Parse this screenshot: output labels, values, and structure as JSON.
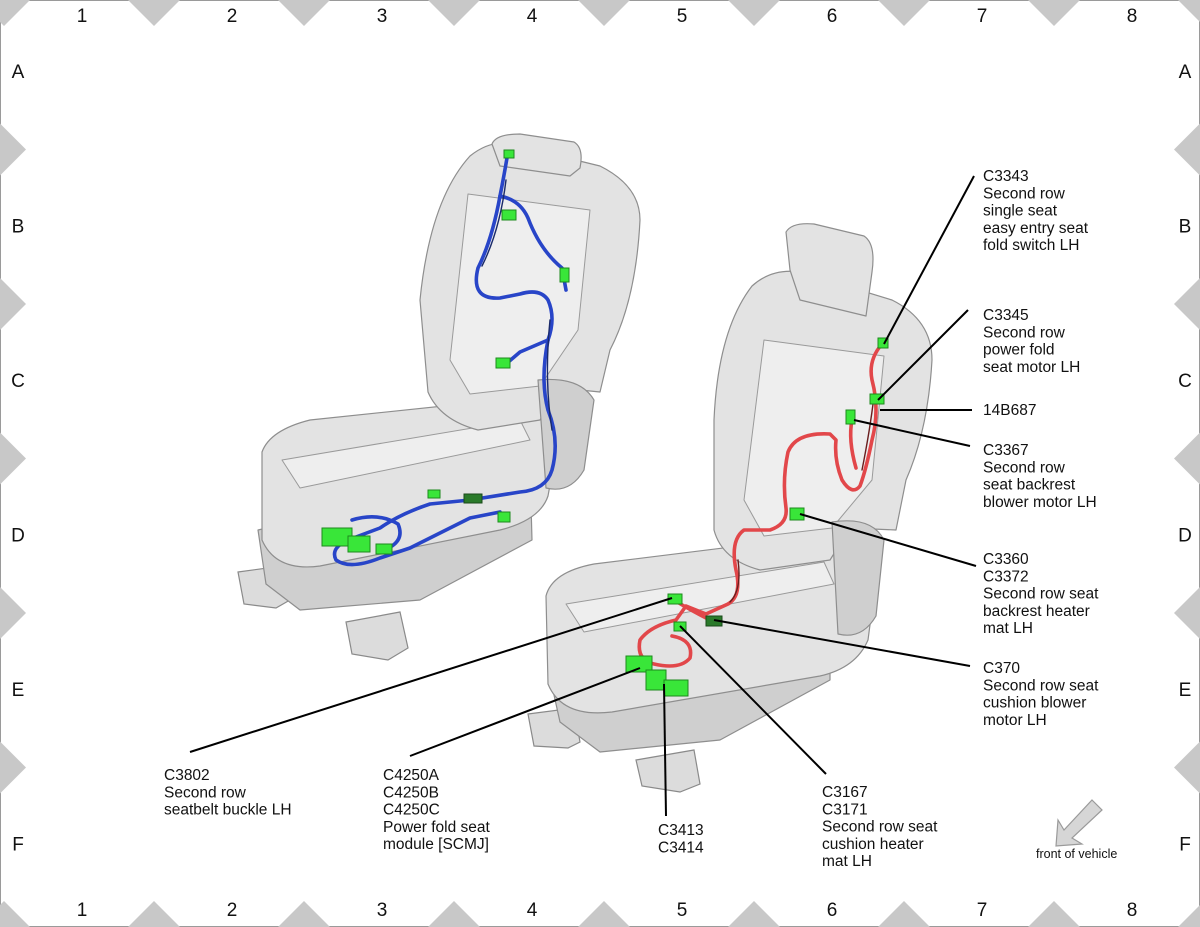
{
  "grid": {
    "columns": [
      "1",
      "2",
      "3",
      "4",
      "5",
      "6",
      "7",
      "8"
    ],
    "rows": [
      "A",
      "B",
      "C",
      "D",
      "E",
      "F"
    ]
  },
  "callouts": [
    {
      "id": "c3343",
      "lines": [
        "C3343",
        "Second row",
        "single seat",
        "easy entry seat",
        "fold switch LH"
      ]
    },
    {
      "id": "c3345",
      "lines": [
        "C3345",
        "Second row",
        "power fold",
        "seat motor LH"
      ]
    },
    {
      "id": "14b687",
      "lines": [
        "14B687"
      ]
    },
    {
      "id": "c3367",
      "lines": [
        "C3367",
        "Second row",
        "seat backrest",
        "blower motor LH"
      ]
    },
    {
      "id": "c3360",
      "lines": [
        "C3360",
        "C3372",
        "Second row seat",
        "backrest heater",
        "mat LH"
      ]
    },
    {
      "id": "c370",
      "lines": [
        "C370",
        "Second row seat",
        "cushion blower",
        "motor LH"
      ]
    },
    {
      "id": "c3802",
      "lines": [
        "C3802",
        "Second row",
        "seatbelt buckle LH"
      ]
    },
    {
      "id": "c4250",
      "lines": [
        "C4250A",
        "C4250B",
        "C4250C",
        "Power fold seat",
        "module [SCMJ]"
      ]
    },
    {
      "id": "c3413",
      "lines": [
        "C3413",
        "C3414"
      ]
    },
    {
      "id": "c3167",
      "lines": [
        "C3167",
        "C3171",
        "Second row seat",
        "cushion heater",
        "mat LH"
      ]
    }
  ],
  "orientation": {
    "label": "front of vehicle",
    "icon": "arrow-down-left-icon"
  },
  "colors": {
    "harness_left": "#2845c8",
    "harness_right": "#e2474a",
    "connector": "#39e639",
    "grid_marker": "#c8c8c8"
  }
}
